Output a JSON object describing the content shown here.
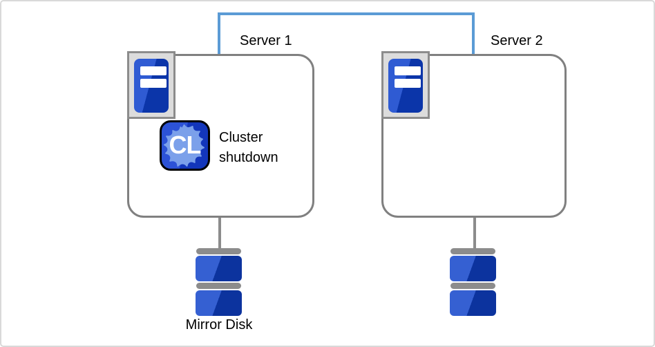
{
  "diagram": {
    "type": "cluster-architecture",
    "servers": [
      {
        "label": "Server 1",
        "badge_text": "CL",
        "annotation": "Cluster shutdown",
        "icon": "server-tower-icon"
      },
      {
        "label": "Server 2",
        "icon": "server-tower-icon"
      }
    ],
    "disk_label": "Mirror Disk",
    "icons": {
      "interconnect": "interconnect-link",
      "server": "server-tower-icon",
      "cluster_app": "cl-cluster-app-icon",
      "disk": "mirror-disk-icon"
    },
    "colors": {
      "link_blue": "#5b9bd5",
      "box_border_gray": "#808080",
      "stem_gray": "#8c8c8c",
      "icon_frame_fill": "#dcdcdc",
      "icon_frame_border": "#8c8c8c",
      "server_blue_light": "#2f5bd3",
      "server_blue_dark": "#0b35a9",
      "disk_blue_light": "#3560d2",
      "disk_blue_dark": "#0c339e",
      "cl_badge_blue_light": "#2c52d6",
      "cl_badge_blue_dark": "#1336bb",
      "cl_splat_blue": "#7ba0ea",
      "cl_border": "#000000",
      "text_color": "#000000"
    }
  }
}
